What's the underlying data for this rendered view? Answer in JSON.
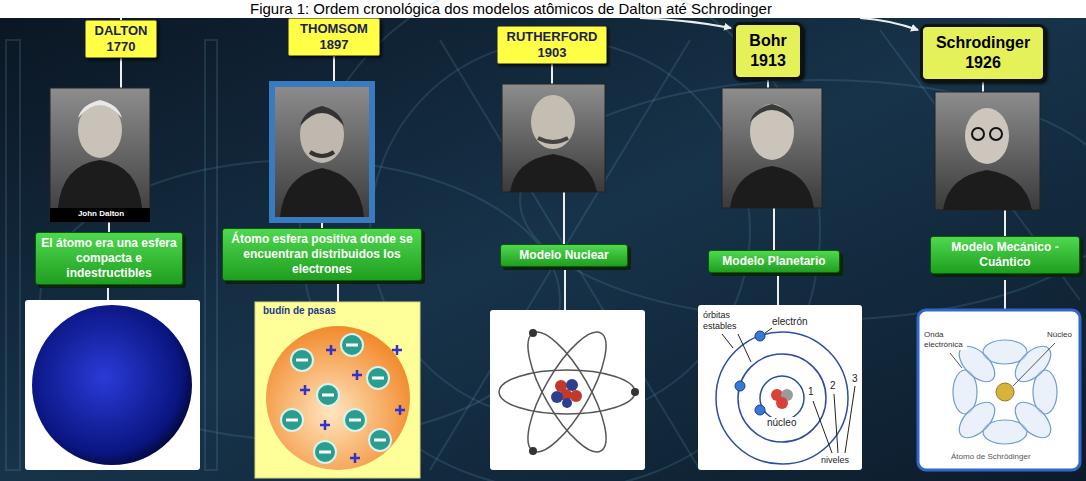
{
  "diagram": {
    "title": "Figura 1: Ordem cronológica dos modelos atômicos de Dalton até Schrodinger",
    "nodes": [
      {
        "text": [
          "DALTON",
          "1770"
        ]
      },
      {
        "text": [
          "El átomo era una esfera compacta e indestructibles"
        ]
      },
      {
        "text": [
          "THOMSOM",
          "1897"
        ]
      },
      {
        "text": [
          "Átomo esfera positiva donde se encuentran distribuidos los electrones"
        ]
      },
      {
        "text": [
          "RUTHERFORD",
          "1903"
        ]
      },
      {
        "text": [
          "Modelo Nuclear"
        ]
      },
      {
        "text": [
          "Bohr",
          "1913"
        ]
      },
      {
        "text": [
          "Modelo Planetario"
        ]
      },
      {
        "text": [
          "Schrodinger",
          "1926"
        ]
      },
      {
        "text": [
          "Modelo Mecánico - Cuántico"
        ]
      }
    ],
    "edges": [
      {
        "from": 0,
        "to": 1,
        "arrow": "none"
      },
      {
        "from": 2,
        "to": 3,
        "arrow": "none"
      },
      {
        "from": 4,
        "to": 5,
        "arrow": "none"
      },
      {
        "from": 6,
        "to": 7,
        "arrow": "none"
      },
      {
        "from": 8,
        "to": 9,
        "arrow": "none"
      }
    ],
    "labels": [
      "John Dalton",
      "budín de pasas",
      "órbitas estables",
      "electrón",
      "núcleo",
      "1",
      "2",
      "3",
      "niveles",
      "Onda electrónica",
      "Núcleo",
      "Átomo de Schrödinger"
    ]
  }
}
